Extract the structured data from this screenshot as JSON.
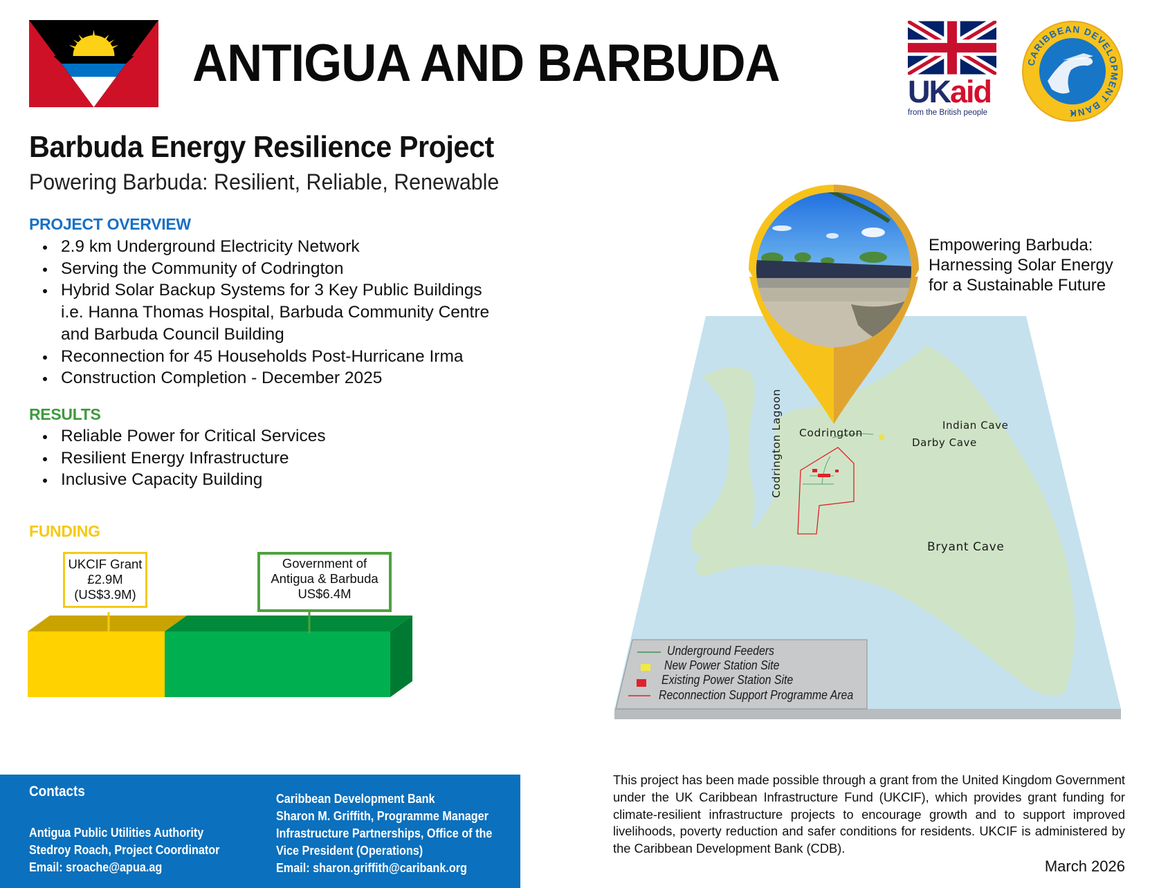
{
  "header": {
    "country_title": "ANTIGUA AND BARBUDA",
    "flag_icon": "antigua-barbuda-flag-icon",
    "logos": {
      "ukaid": {
        "uk": "UK",
        "aid": "aid",
        "tagline": "from the British people"
      },
      "cdb": {
        "ring_text": "CARIBBEAN DEVELOPMENT BANK"
      }
    }
  },
  "project": {
    "title": "Barbuda Energy Resilience Project",
    "subtitle": "Powering Barbuda: Resilient, Reliable, Renewable"
  },
  "overview": {
    "heading": "PROJECT OVERVIEW",
    "items": [
      "2.9 km Underground Electricity Network",
      "Serving the Community of Codrington",
      "Hybrid Solar Backup Systems for 3 Key Public Buildings i.e. Hanna Thomas Hospital, Barbuda Community Centre and Barbuda Council Building",
      "Reconnection for 45 Households Post-Hurricane Irma",
      "Construction Completion - December 2025"
    ]
  },
  "results": {
    "heading": "RESULTS",
    "items": [
      "Reliable Power for Critical Services",
      "Resilient Energy Infrastructure",
      "Inclusive Capacity Building"
    ]
  },
  "funding": {
    "heading": "FUNDING",
    "sources": [
      {
        "line1": "UKCIF Grant",
        "line2": "£2.9M",
        "line3": "(US$3.9M)",
        "color": "#ffd200"
      },
      {
        "line1": "Government of",
        "line2": "Antigua & Barbuda",
        "line3": "US$6.4M",
        "color": "#00b050"
      }
    ]
  },
  "map": {
    "caption_lines": [
      "Empowering Barbuda:",
      "Harnessing Solar Energy",
      "for a Sustainable Future"
    ],
    "labels": {
      "lagoon": "Codrington Lagoon",
      "codrington": "Codrington",
      "indian_cave": "Indian Cave",
      "darby_cave": "Darby Cave",
      "bryant_cave": "Bryant Cave"
    },
    "legend": [
      "Underground Feeders",
      "New Power Station Site",
      "Existing Power Station Site",
      "Reconnection Support Programme Area"
    ],
    "colors": {
      "sea": "#c5e1ee",
      "land": "#cfe4c6",
      "pin_light": "#f7c31a",
      "pin_dark": "#e0a530",
      "area": "#e0202a"
    }
  },
  "contacts": {
    "heading": "Contacts",
    "left": [
      "Antigua Public Utilities Authority",
      "Stedroy Roach, Project Coordinator",
      "Email: sroache@apua.ag"
    ],
    "right": [
      "Caribbean Development Bank",
      "Sharon M. Griffith, Programme Manager",
      "Infrastructure Partnerships, Office of the",
      "Vice President (Operations)",
      "Email: sharon.griffith@caribank.org"
    ]
  },
  "disclaimer": "This project has been made possible through a grant from the United Kingdom Government under the UK Caribbean Infrastructure Fund (UKCIF), which provides grant funding for climate-resilient infrastructure projects to encourage growth and to support improved livelihoods, poverty reduction and safer conditions for residents. UKCIF is administered by the Caribbean Development Bank (CDB).",
  "date": "March 2026"
}
